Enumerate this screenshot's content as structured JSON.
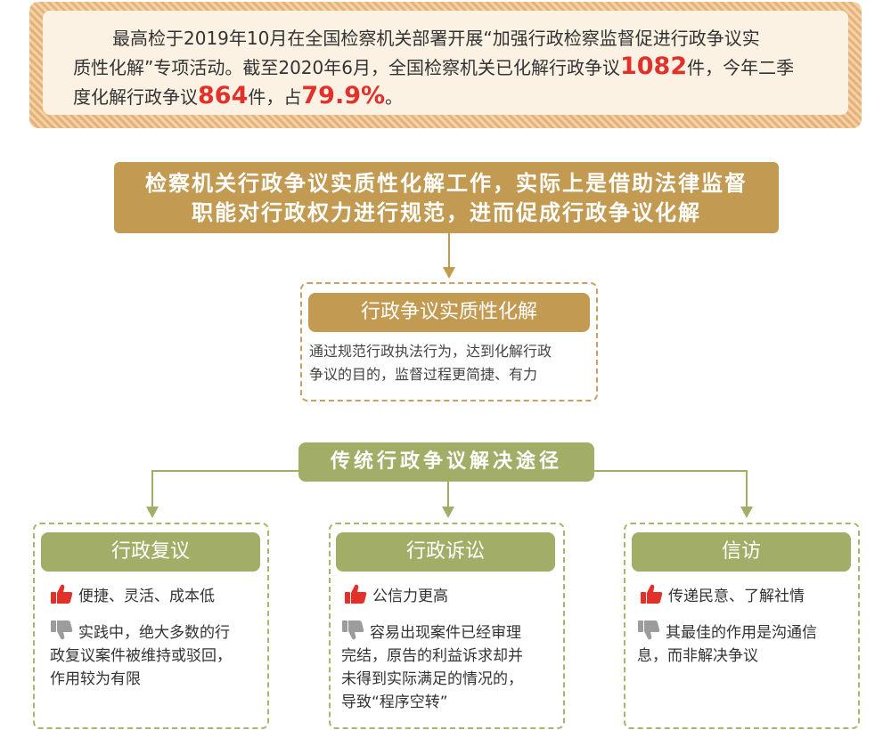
{
  "intro": {
    "line1": "最高检于2019年10月在全国检察机关部署开展“加强行政检察监督促进行政争议实",
    "line2a": "质性化解”专项活动。截至2020年6月，全国检察机关已化解行政争议",
    "count_resolved": "1082",
    "line2b": "件，今年二季",
    "line3a": "度化解行政争议",
    "count_q2": "864",
    "line3b": "件，占",
    "percent": "79.9%",
    "line3c": "。"
  },
  "summary": {
    "line1": "检察机关行政争议实质性化解工作，实际上是借助法律监督",
    "line2": "职能对行政权力进行规范，进而促成行政争议化解"
  },
  "substantive": {
    "title": "行政争议实质性化解",
    "line1": "通过规范行政执法行为，达到化解行政",
    "line2": "争议的目的，监督过程更简捷、有力"
  },
  "traditional": {
    "title": "传统行政争议解决途径"
  },
  "cards": [
    {
      "title": "行政复议",
      "pro": "便捷、灵活、成本低",
      "con_lines": [
        "实践中，绝大多数的行",
        "政复议案件被维持或驳回，",
        "作用较为有限"
      ]
    },
    {
      "title": "行政诉讼",
      "pro": "公信力更高",
      "con_lines": [
        "容易出现案件已经审理",
        "完结，原告的利益诉求却并",
        "未得到实际满足的情况的，",
        "导致“程序空转”"
      ]
    },
    {
      "title": "信访",
      "pro": "传递民意、了解社情",
      "con_lines": [
        "其最佳的作用是沟通信",
        "息，而非解决争议"
      ]
    }
  ],
  "icons": {
    "pro": "thumbs-up-icon",
    "con": "thumbs-down-icon"
  },
  "colors": {
    "gold": "#c29a52",
    "olive": "#a2ad68",
    "highlight_red": "#e0312b",
    "thumb_up_red": "#e0312b",
    "thumb_down_gray": "#9c9c9c"
  }
}
